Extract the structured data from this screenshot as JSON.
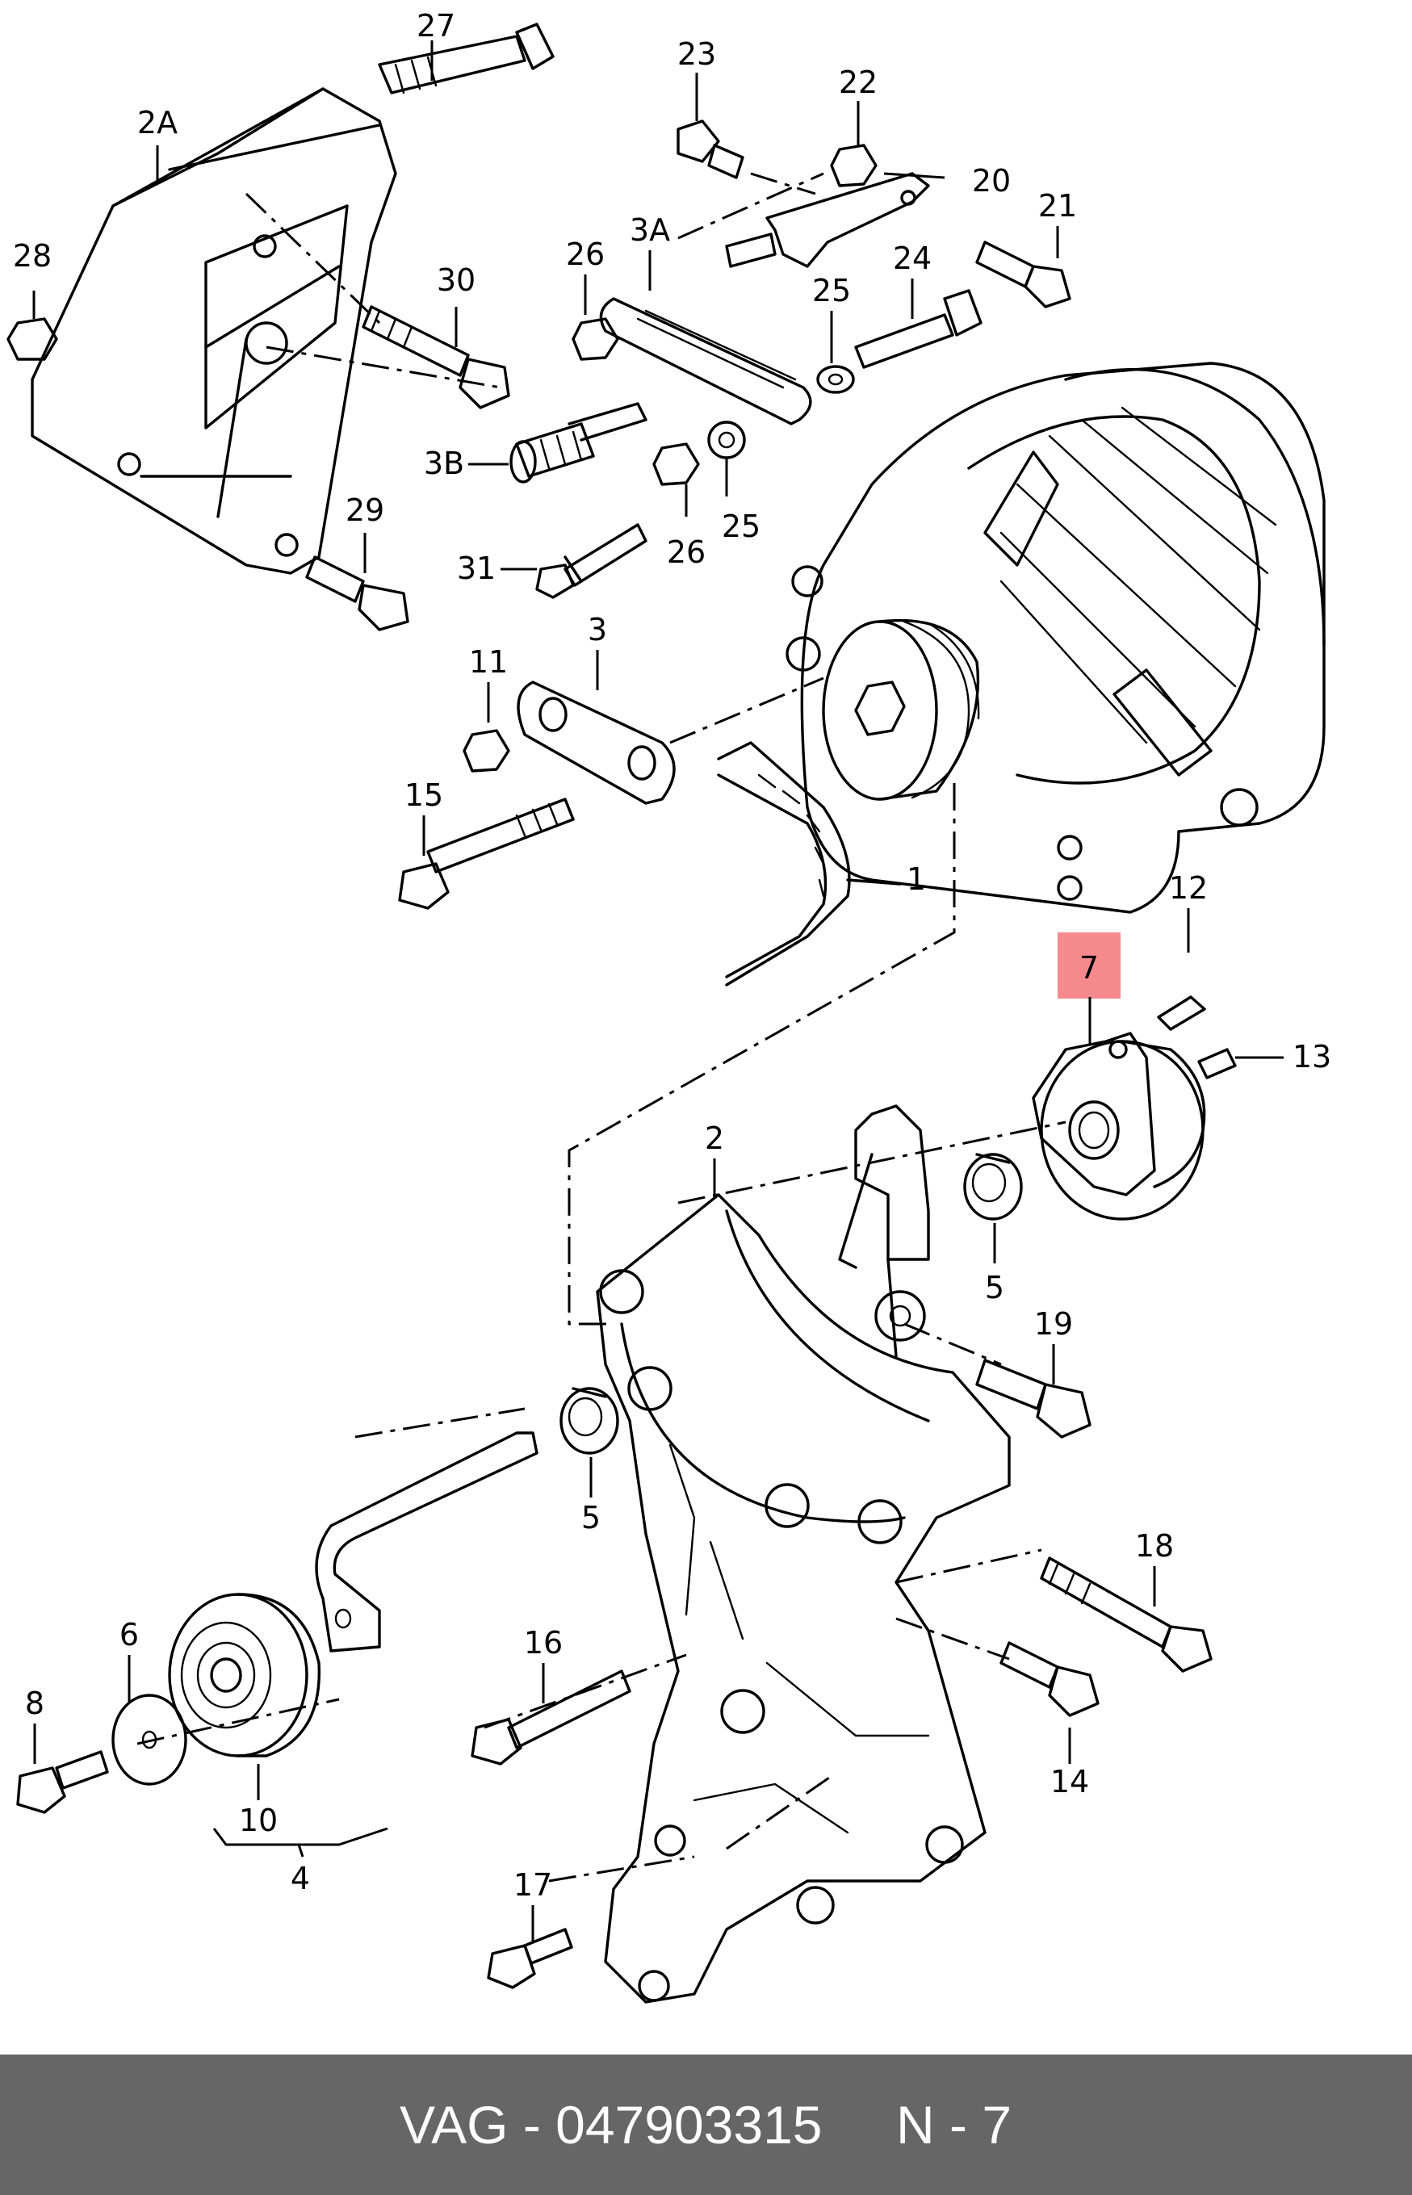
{
  "diagram": {
    "callouts": [
      {
        "id": "27",
        "label": "27"
      },
      {
        "id": "2A",
        "label": "2A"
      },
      {
        "id": "28",
        "label": "28"
      },
      {
        "id": "30",
        "label": "30"
      },
      {
        "id": "29",
        "label": "29"
      },
      {
        "id": "23",
        "label": "23"
      },
      {
        "id": "22",
        "label": "22"
      },
      {
        "id": "20",
        "label": "20"
      },
      {
        "id": "21",
        "label": "21"
      },
      {
        "id": "26a",
        "label": "26"
      },
      {
        "id": "3A",
        "label": "3A"
      },
      {
        "id": "24",
        "label": "24"
      },
      {
        "id": "25a",
        "label": "25"
      },
      {
        "id": "3B",
        "label": "3B"
      },
      {
        "id": "26b",
        "label": "26"
      },
      {
        "id": "25b",
        "label": "25"
      },
      {
        "id": "31",
        "label": "31"
      },
      {
        "id": "11",
        "label": "11"
      },
      {
        "id": "3",
        "label": "3"
      },
      {
        "id": "15",
        "label": "15"
      },
      {
        "id": "1",
        "label": "1"
      },
      {
        "id": "12",
        "label": "12"
      },
      {
        "id": "7",
        "label": "7",
        "highlighted": true
      },
      {
        "id": "13",
        "label": "13"
      },
      {
        "id": "2",
        "label": "2"
      },
      {
        "id": "5a",
        "label": "5"
      },
      {
        "id": "19",
        "label": "19"
      },
      {
        "id": "5b",
        "label": "5"
      },
      {
        "id": "18",
        "label": "18"
      },
      {
        "id": "6",
        "label": "6"
      },
      {
        "id": "16",
        "label": "16"
      },
      {
        "id": "8",
        "label": "8"
      },
      {
        "id": "14",
        "label": "14"
      },
      {
        "id": "10",
        "label": "10"
      },
      {
        "id": "4",
        "label": "4"
      },
      {
        "id": "17",
        "label": "17"
      }
    ],
    "highlight_color": "#f48a8e",
    "ink_color": "#000000"
  },
  "footer": {
    "part_number": "VAG - 047903315",
    "reference": "N - 7",
    "background": "#666666",
    "text_color": "#ffffff"
  }
}
